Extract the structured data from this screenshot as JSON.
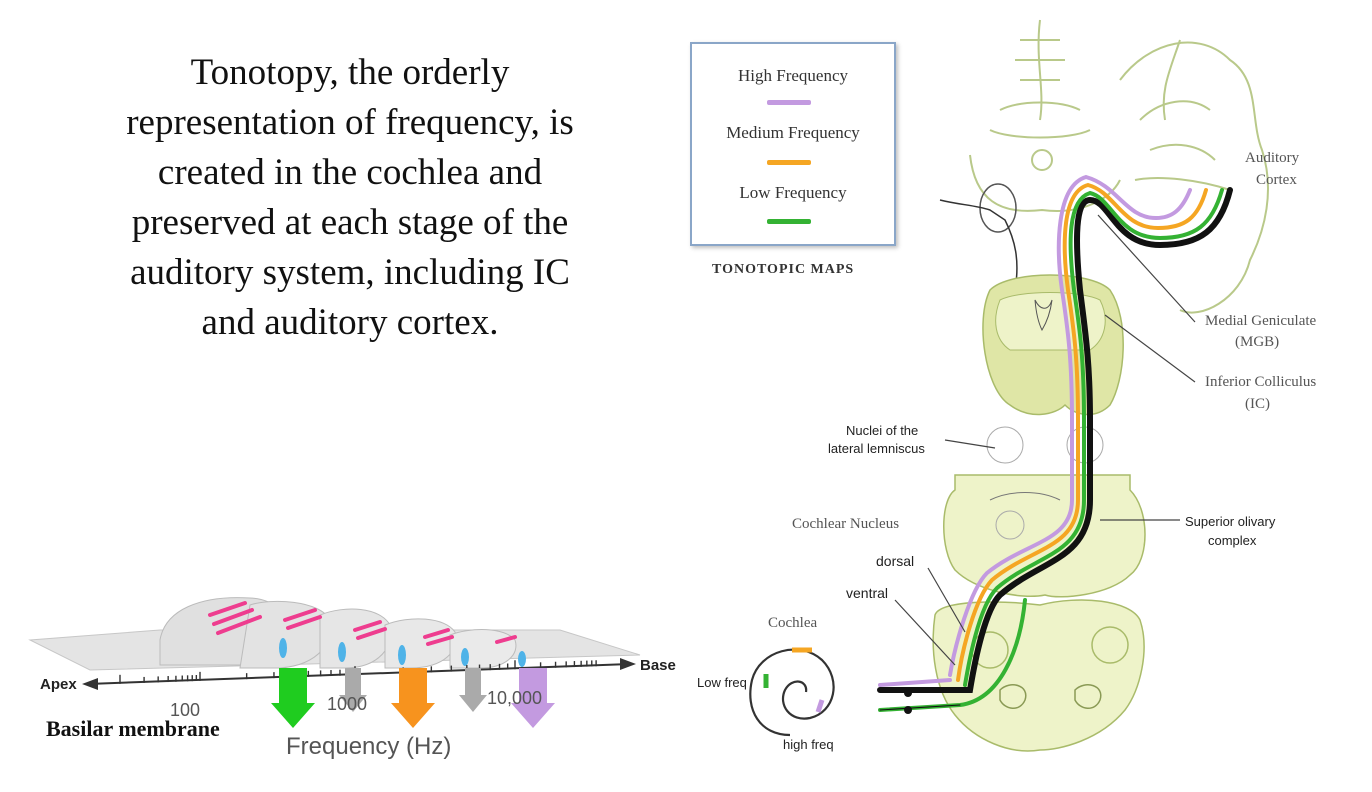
{
  "intro": {
    "lines": [
      "Tonotopy, the orderly",
      "representation of frequency, is",
      "created in the cochlea and",
      "preserved at each stage of the",
      "auditory system, including IC",
      "and auditory cortex."
    ]
  },
  "legend": {
    "items": [
      {
        "label": "High Frequency",
        "color": "#c39ae0"
      },
      {
        "label": "Medium Frequency",
        "color": "#f5a623"
      },
      {
        "label": "Low Frequency",
        "color": "#34b233"
      }
    ],
    "caption": "TONOTOPIC MAPS"
  },
  "brain_labels": {
    "auditory_cortex_1": "Auditory",
    "auditory_cortex_2": "Cortex",
    "mgb_1": "Medial Geniculate",
    "mgb_2": "(MGB)",
    "ic_1": "Inferior Colliculus",
    "ic_2": "(IC)",
    "nll_1": "Nuclei of the",
    "nll_2": "lateral lemniscus",
    "cochlear_nucleus": "Cochlear Nucleus",
    "soc_1": "Superior olivary",
    "soc_2": "complex",
    "dorsal": "dorsal",
    "ventral": "ventral",
    "cochlea": "Cochlea",
    "low_freq": "Low freq",
    "high_freq": "high freq"
  },
  "basilar": {
    "apex": "Apex",
    "base": "Base",
    "tick_100": "100",
    "tick_1000": "1000",
    "tick_10000": "10,000",
    "title": "Basilar membrane",
    "axis_label": "Frequency (Hz)",
    "arrow_colors": [
      "#1fcc1f",
      "#aaaaaa",
      "#f7931e",
      "#aaaaaa",
      "#c39ae0"
    ],
    "stripe_color": "#ee3d8f",
    "hair_color": "#4fb3e8"
  },
  "colors": {
    "brain_fill": "#eef3c9",
    "brain_stroke": "#a9bb6a",
    "brainstem_fill": "#dfe6a6",
    "pathway_black": "#111111"
  }
}
